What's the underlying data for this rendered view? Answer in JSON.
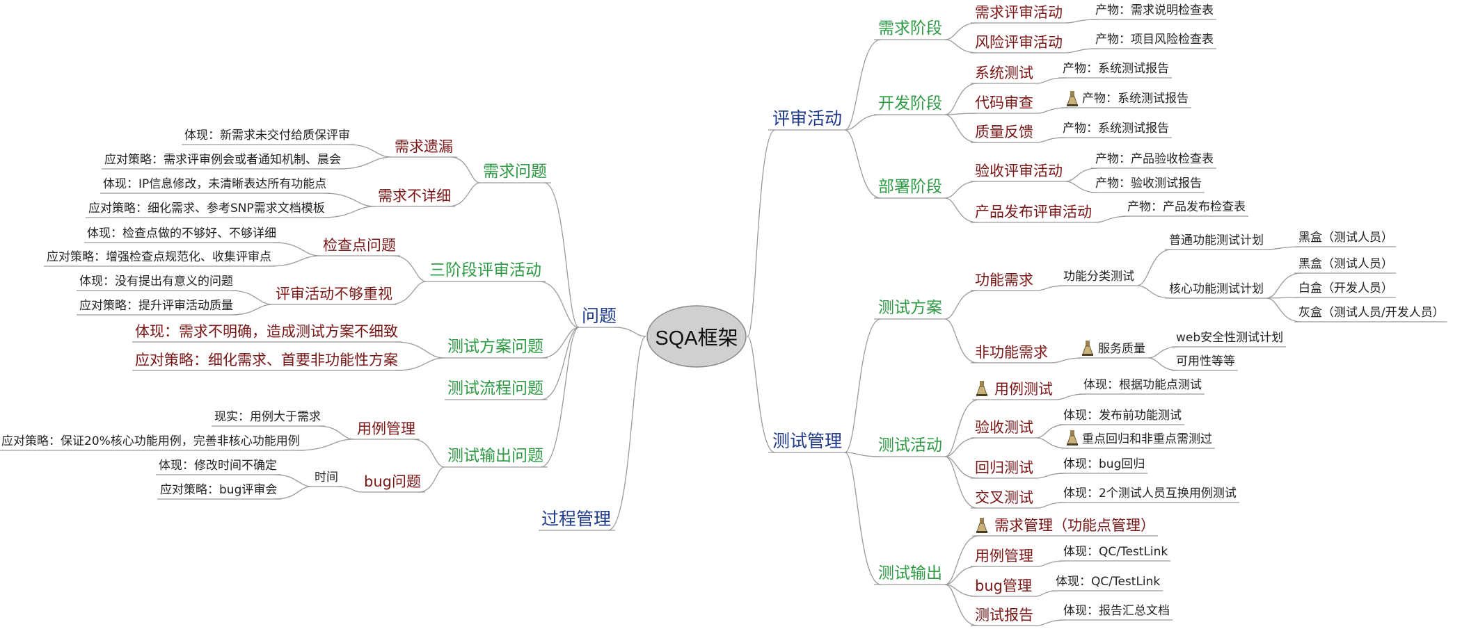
{
  "root": "SQA框架",
  "icon_name": "flask-icon",
  "colors": {
    "level1": "#1f3a8a",
    "level2": "#2e9a44",
    "level3": "#7a1616",
    "leaf": "#222222",
    "line": "#9a9a9a",
    "root_fill": "#d0d0d0"
  },
  "right": {
    "review": {
      "label": "评审活动",
      "req_stage": {
        "label": "需求阶段",
        "req_review": "需求评审活动",
        "req_review_out": "产物：需求说明检查表",
        "risk_review": "风险评审活动",
        "risk_review_out": "产物：项目风险检查表"
      },
      "dev_stage": {
        "label": "开发阶段",
        "sys_test": "系统测试",
        "sys_test_out": "产物：系统测试报告",
        "code_review": "代码审查",
        "code_review_out": "产物：系统测试报告",
        "quality_fb": "质量反馈",
        "quality_fb_out": "产物：系统测试报告"
      },
      "deploy_stage": {
        "label": "部署阶段",
        "accept_review": "验收评审活动",
        "accept_out1": "产物：产品验收检查表",
        "accept_out2": "产物：验收测试报告",
        "release_review": "产品发布评审活动",
        "release_out": "产物：产品发布检查表"
      }
    },
    "test_mgmt": {
      "label": "测试管理",
      "plan": {
        "label": "测试方案",
        "func_req": "功能需求",
        "func_class": "功能分类测试",
        "normal_plan": "普通功能测试计划",
        "normal_box": "黑盒（测试人员）",
        "core_plan": "核心功能测试计划",
        "core_box1": "黑盒（测试人员）",
        "core_box2": "白盒（开发人员）",
        "core_box3": "灰盒（测试人员/开发人员）",
        "nonfunc_req": "非功能需求",
        "service_quality": "服务质量",
        "web_sec": "web安全性测试计划",
        "usability": "可用性等等"
      },
      "activity": {
        "label": "测试活动",
        "case_test": "用例测试",
        "case_test_out": "体现：根据功能点测试",
        "accept_test": "验收测试",
        "accept_test_out1": "体现：发布前功能测试",
        "accept_test_out2": "重点回归和非重点需测过",
        "regress_test": "回归测试",
        "regress_test_out": "体现：bug回归",
        "cross_test": "交叉测试",
        "cross_test_out": "体现：2个测试人员互换用例测试"
      },
      "output": {
        "label": "测试输出",
        "req_mgmt": "需求管理（功能点管理）",
        "case_mgmt": "用例管理",
        "case_mgmt_out": "体现：QC/TestLink",
        "bug_mgmt": "bug管理",
        "bug_mgmt_out": "体现：QC/TestLink",
        "report": "测试报告",
        "report_out": "体现：报告汇总文档"
      }
    }
  },
  "left": {
    "issues": {
      "label": "问题",
      "req_issue": {
        "label": "需求问题",
        "omission": "需求遗漏",
        "omission_a": "体现：新需求未交付给质保评审",
        "omission_b": "应对策略：需求评审例会或者通知机制、晨会",
        "detail": "需求不详细",
        "detail_a": "体现：IP信息修改，未清晰表达所有功能点",
        "detail_b": "应对策略：细化需求、参考SNP需求文档模板"
      },
      "review_issue": {
        "label": "三阶段评审活动",
        "checkpoint": "检查点问题",
        "checkpoint_a": "体现：检查点做的不够好、不够详细",
        "checkpoint_b": "应对策略：增强检查点规范化、收集评审点",
        "attention": "评审活动不够重视",
        "attention_a": "体现：没有提出有意义的问题",
        "attention_b": "应对策略：提升评审活动质量"
      },
      "plan_issue": {
        "label": "测试方案问题",
        "a": "体现：需求不明确，造成测试方案不细致",
        "b": "应对策略：细化需求、首要非功能性方案"
      },
      "flow_issue": {
        "label": "测试流程问题"
      },
      "output_issue": {
        "label": "测试输出问题",
        "case_mgmt": "用例管理",
        "case_a": "现实：用例大于需求",
        "case_b": "应对策略：保证20%核心功能用例，完善非核心功能用例",
        "bug_issue": "bug问题",
        "time": "时间",
        "bug_a": "体现：修改时间不确定",
        "bug_b": "应对策略：bug评审会"
      }
    },
    "process": {
      "label": "过程管理"
    }
  }
}
